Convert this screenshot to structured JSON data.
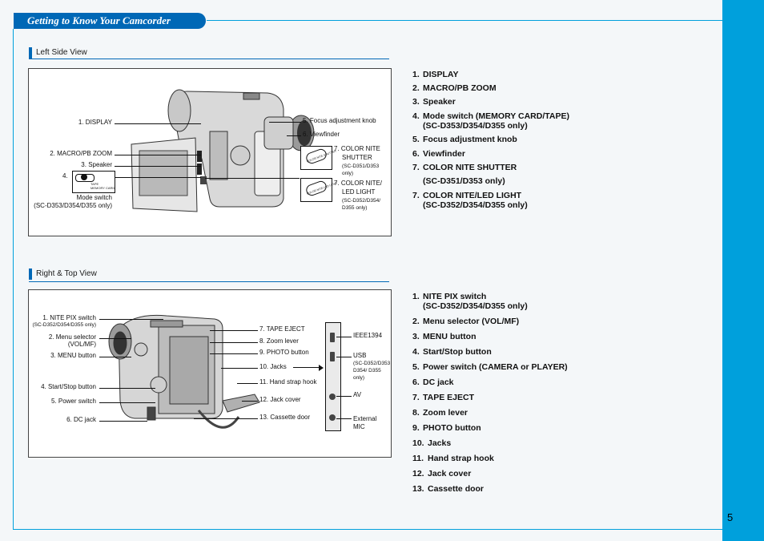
{
  "header": {
    "title": "Getting to Know Your Camcorder"
  },
  "page_number": "5",
  "left_side": {
    "heading": "Left Side View",
    "callouts": {
      "display": "1. DISPLAY",
      "macro": "2. MACRO/PB ZOOM",
      "speaker": "3. Speaker",
      "mode_num": "4.",
      "mode_switch_caption": "Mode switch",
      "mode_switch_models": "(SC-D353/D354/D355 only)",
      "switch_tape": "TAPE",
      "switch_memory": "MEMORY CARD",
      "focus": "5. Focus adjustment knob",
      "viewfinder": "6. Viewfinder",
      "nite_shutter_1": "7.  COLOR NITE",
      "nite_shutter_2": "SHUTTER",
      "nite_shutter_models_1": "(SC-D351/D353",
      "nite_shutter_models_2": "only)",
      "nite_light_1": "7.  COLOR NITE/",
      "nite_light_2": "LED LIGHT",
      "nite_light_models_1": "(SC-D352/D354/",
      "nite_light_models_2": "D355 only)",
      "button_text_1": "COLOR NITE SHUTTER",
      "button_text_2": "COLOR NITE LED LIGHT"
    },
    "list": [
      {
        "num": "1.",
        "text": "DISPLAY"
      },
      {
        "num": "2.",
        "text": "MACRO/PB ZOOM"
      },
      {
        "num": "3.",
        "text": "Speaker"
      },
      {
        "num": "4.",
        "text": "Mode switch (MEMORY CARD/TAPE)",
        "text2": "(SC-D353/D354/D355 only)"
      },
      {
        "num": "5.",
        "text": "Focus adjustment knob"
      },
      {
        "num": "6.",
        "text": "Viewfinder"
      },
      {
        "num": "7.",
        "text": "COLOR NITE SHUTTER",
        "text2": "(SC-D351/D353 only)"
      },
      {
        "num": "7.",
        "text": "COLOR NITE/LED LIGHT",
        "text2": "(SC-D352/D354/D355 only)"
      }
    ]
  },
  "right_top": {
    "heading": "Right & Top View",
    "callouts": {
      "nite_pix": "1. NITE PIX switch",
      "nite_pix_models": "(SC-D352/D354/D355 only)",
      "menu_selector_1": "2. Menu selector",
      "menu_selector_2": "(VOL/MF)",
      "menu_button": "3. MENU button",
      "start_stop": "4. Start/Stop button",
      "power": "5. Power switch",
      "dc_jack": "6. DC jack",
      "tape_eject": "7. TAPE EJECT",
      "zoom_lever": "8. Zoom lever",
      "photo_button": "9. PHOTO button",
      "jacks": "10. Jacks",
      "hand_strap": "11. Hand strap hook",
      "jack_cover": "12. Jack cover",
      "cassette_door": "13. Cassette door",
      "ieee": "IEEE1394",
      "usb": "USB",
      "usb_models_1": "(SC-D352/D353",
      "usb_models_2": "D354/ D355",
      "usb_models_3": "only)",
      "av": "AV",
      "ext_mic_1": "External",
      "ext_mic_2": "MIC"
    },
    "list": [
      {
        "num": "1.",
        "text": "NITE PIX switch",
        "text2": "(SC-D352/D354/D355 only)"
      },
      {
        "num": "2.",
        "text": "Menu selector (VOL/MF)"
      },
      {
        "num": "3.",
        "text": "MENU button"
      },
      {
        "num": "4.",
        "text": "Start/Stop button"
      },
      {
        "num": "5.",
        "text": "Power switch (CAMERA or PLAYER)"
      },
      {
        "num": "6.",
        "text": "DC jack"
      },
      {
        "num": "7.",
        "text": "TAPE EJECT"
      },
      {
        "num": "8.",
        "text": "Zoom lever"
      },
      {
        "num": "9.",
        "text": "PHOTO button"
      },
      {
        "num": "10.",
        "text": "Jacks"
      },
      {
        "num": "11.",
        "text": "Hand strap hook"
      },
      {
        "num": "12.",
        "text": "Jack cover"
      },
      {
        "num": "13.",
        "text": "Cassette door"
      }
    ]
  },
  "colors": {
    "accent": "#00a0dc",
    "header": "#0068b6"
  }
}
